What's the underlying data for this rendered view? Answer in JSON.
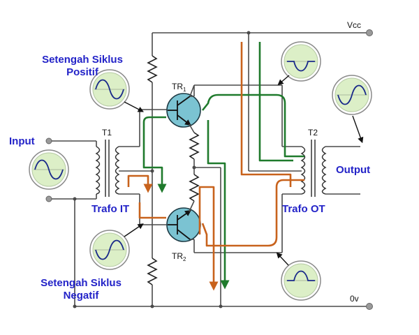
{
  "labels": {
    "vcc": "Vcc",
    "gnd": "0v",
    "tr1_main": "TR",
    "tr1_sub": "1",
    "tr2_main": "TR",
    "tr2_sub": "2",
    "t1": "T1",
    "t2": "T2",
    "input": "Input",
    "output": "Output",
    "trafo_it": "Trafo IT",
    "trafo_ot": "Trafo OT",
    "positive_line1": "Setengah Siklus",
    "positive_line2": "Positif",
    "negative_line1": "Setengah Siklus",
    "negative_line2": "Negatif"
  },
  "colors": {
    "label_blue": "#2323c8",
    "path_green": "#1f7a2c",
    "path_orange": "#c8621c",
    "transistor_fill": "#7bc3d2",
    "scope_screen": "#dcefc7",
    "wave": "#1a2a8a"
  },
  "scopes": [
    {
      "id": "positive-half",
      "wave": "sine"
    },
    {
      "id": "input",
      "wave": "sine"
    },
    {
      "id": "negative-half",
      "wave": "sine"
    },
    {
      "id": "top-collector",
      "wave": "negative-half-cycle"
    },
    {
      "id": "output",
      "wave": "sine"
    },
    {
      "id": "bottom-collector",
      "wave": "positive-half-cycle"
    }
  ]
}
